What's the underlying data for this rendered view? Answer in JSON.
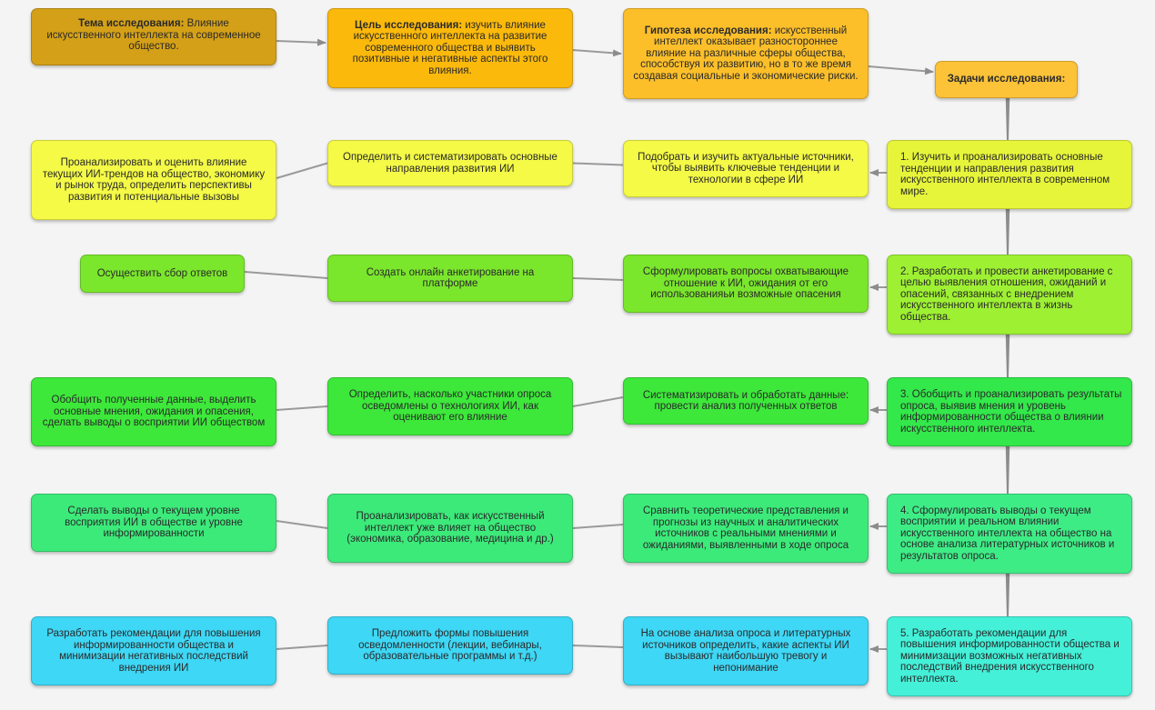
{
  "header": {
    "topic": {
      "label": "Тема исследования:",
      "text": " Влияние искусственного интеллекта на современное общество.",
      "color": "#d4a017"
    },
    "goal": {
      "label": "Цель исследования:",
      "text": " изучить влияние искусственного интеллекта на развитие современного общества и выявить позитивные и негативные аспекты этого влияния.",
      "color": "#fbb90b"
    },
    "hypothesis": {
      "label": "Гипотеза исследования:",
      "text": " искусственный интеллект оказывает разностороннее влияние на различные сферы общества, способствуя их развитию, но в то же время создавая социальные и экономические риски.",
      "color": "#fcbf2a"
    },
    "tasks": {
      "label": "Задачи исследования:",
      "color": "#fcc238"
    }
  },
  "rows": [
    {
      "color": "#f4fa46",
      "task": "1. Изучить и проанализировать основные тенденции и направления развития искусственного интеллекта в современном мире.",
      "taskColor": "#e6f53a",
      "steps": [
        "Подобрать и изучить актуальные источники, чтобы выявить ключевые тенденции и технологии в сфере ИИ",
        "Определить и систематизировать основные направления развития ИИ",
        "Проанализировать и оценить влияние текущих ИИ-трендов на общество, экономику и рынок труда, определить перспективы развития и потенциальные вызовы"
      ]
    },
    {
      "color": "#7ae62c",
      "task": "2. Разработать и провести анкетирование с целью выявления отношения, ожиданий и опасений, связанных с внедрением искусственного интеллекта в жизнь общества.",
      "taskColor": "#9ef033",
      "steps": [
        "Сформулировать вопросы охватывающие отношение к ИИ, ожидания от его использованияьи возможные опасения",
        "Создать онлайн анкетирование на платформе",
        "Осуществить сбор ответов"
      ]
    },
    {
      "color": "#3de83a",
      "task": "3. Обобщить и проанализировать результаты опроса, выявив мнения и уровень информированности общества о влиянии искусственного интеллекта.",
      "taskColor": "#33e84a",
      "steps": [
        "Систематизировать и обработать данные: провести анализ полученных ответов",
        "Определить, насколько участники опроса осведомлены о технологиях ИИ, как оценивают его влияние",
        "Обобщить полученные данные, выделить основные мнения, ожидания и опасения, сделать выводы о восприятии ИИ обществом"
      ]
    },
    {
      "color": "#3cea7a",
      "task": "4. Сформулировать выводы о текущем восприятии и реальном влиянии искусственного интеллекта на общество на основе анализа литературных источников и результатов опроса.",
      "taskColor": "#3eec86",
      "steps": [
        "Сравнить теоретические представления и прогнозы из научных и аналитических источников с реальными мнениями и ожиданиями, выявленными в ходе опроса",
        "Проанализировать, как искусственный интеллект уже влияет на общество (экономика, образование, медицина и др.)",
        "Сделать выводы о текущем уровне восприятия ИИ в обществе и уровне информированности"
      ]
    },
    {
      "color": "#3ed7f5",
      "task": "5. Разработать рекомендации для повышения информированности общества и минимизации возможных негативных последствий внедрения искусственного интеллекта.",
      "taskColor": "#44f0d8",
      "steps": [
        "На основе анализа опроса и литературных источников определить, какие аспекты ИИ вызывают наибольшую тревогу и непонимание",
        "Предложить формы повышения осведомленности (лекции, вебинары, образовательные программы и т.д.)",
        "Разработать рекомендации для повышения информированности общества и минимизации негативных последствий внедрения ИИ"
      ]
    }
  ]
}
